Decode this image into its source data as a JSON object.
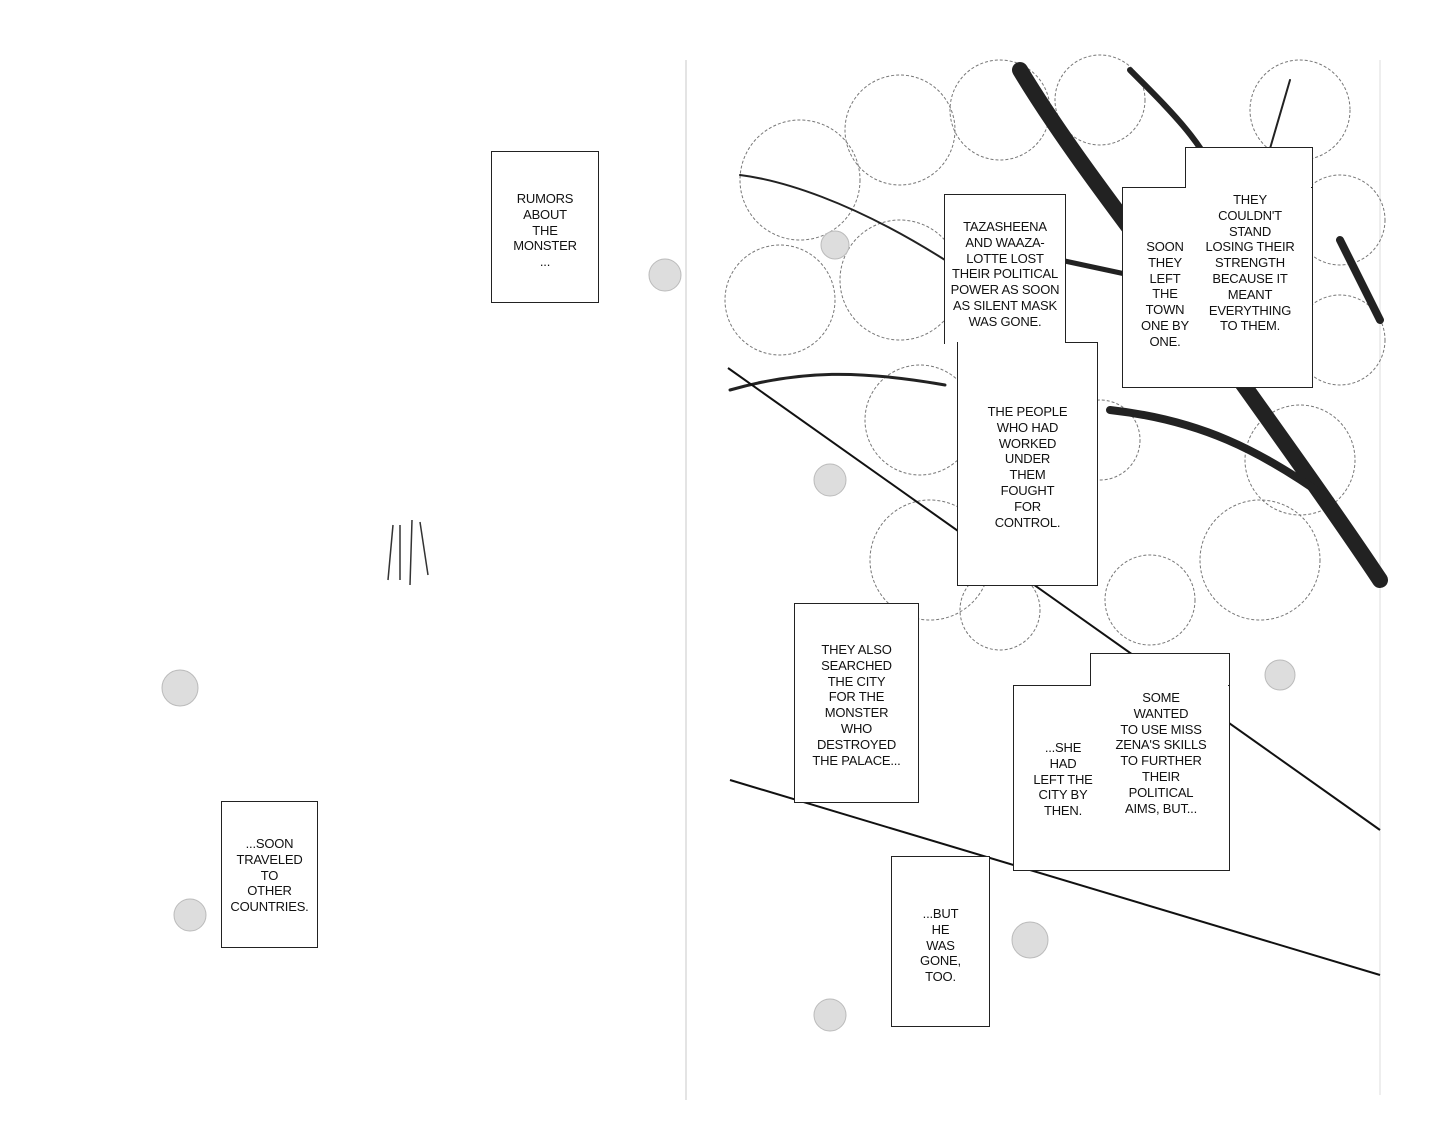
{
  "page": {
    "left_page": {
      "captions": [
        {
          "text": "RUMORS\nABOUT\nTHE\nMONSTER\n..."
        },
        {
          "text": "...SOON\nTRAVELED\nTO\nOTHER\nCOUNTRIES."
        }
      ]
    },
    "right_page": {
      "captions": [
        {
          "text": "TAZASHEENA\nAND WAAZA-\nLOTTE LOST\nTHEIR POLITICAL\nPOWER AS SOON\nAS SILENT MASK\nWAS GONE."
        },
        {
          "text": "THE PEOPLE\nWHO HAD\nWORKED\nUNDER\nTHEM\nFOUGHT\nFOR\nCONTROL."
        },
        {
          "text": "SOON\nTHEY\nLEFT\nTHE\nTOWN\nONE BY\nONE."
        },
        {
          "text": "THEY\nCOULDN'T\nSTAND\nLOSING THEIR\nSTRENGTH\nBECAUSE IT\nMEANT\nEVERYTHING\nTO  THEM."
        },
        {
          "text": "THEY ALSO\nSEARCHED\nTHE CITY\nFOR THE\nMONSTER\nWHO\nDESTROYED\nTHE PALACE..."
        },
        {
          "text": "...SHE\nHAD\nLEFT THE\nCITY BY\nTHEN."
        },
        {
          "text": "SOME\nWANTED\nTO USE MISS\nZENA'S SKILLS\nTO FURTHER\nTHEIR\nPOLITICAL\nAIMS, BUT..."
        },
        {
          "text": "...BUT\nHE\nWAS\nGONE,\nTOO."
        }
      ]
    }
  }
}
